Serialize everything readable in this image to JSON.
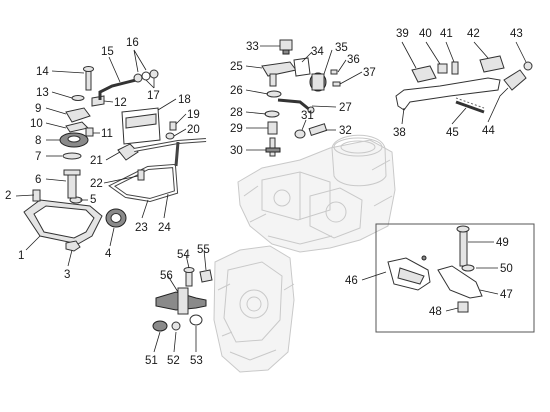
{
  "callouts": {
    "n1": "1",
    "n2": "2",
    "n3": "3",
    "n4": "4",
    "n5": "5",
    "n6": "6",
    "n7": "7",
    "n8": "8",
    "n9": "9",
    "n10": "10",
    "n11": "11",
    "n12": "12",
    "n13": "13",
    "n14": "14",
    "n15": "15",
    "n16": "16",
    "n17": "17",
    "n18": "18",
    "n19": "19",
    "n20": "20",
    "n21": "21",
    "n22": "22",
    "n23": "23",
    "n24": "24",
    "n25": "25",
    "n26": "26",
    "n27": "27",
    "n28": "28",
    "n29": "29",
    "n30": "30",
    "n31": "31",
    "n32": "32",
    "n33": "33",
    "n34": "34",
    "n35": "35",
    "n36": "36",
    "n37": "37",
    "n38": "38",
    "n39": "39",
    "n40": "40",
    "n41": "41",
    "n42": "42",
    "n43": "43",
    "n44": "44",
    "n45": "45",
    "n46": "46",
    "n47": "47",
    "n48": "48",
    "n49": "49",
    "n50": "50",
    "n51": "51",
    "n52": "52",
    "n53": "53",
    "n54": "54",
    "n55": "55",
    "n56": "56"
  },
  "colors": {
    "ink": "#1a1a1a",
    "ghost_outline": "#c9c9c9",
    "part_fill": "#e4e4e4"
  }
}
